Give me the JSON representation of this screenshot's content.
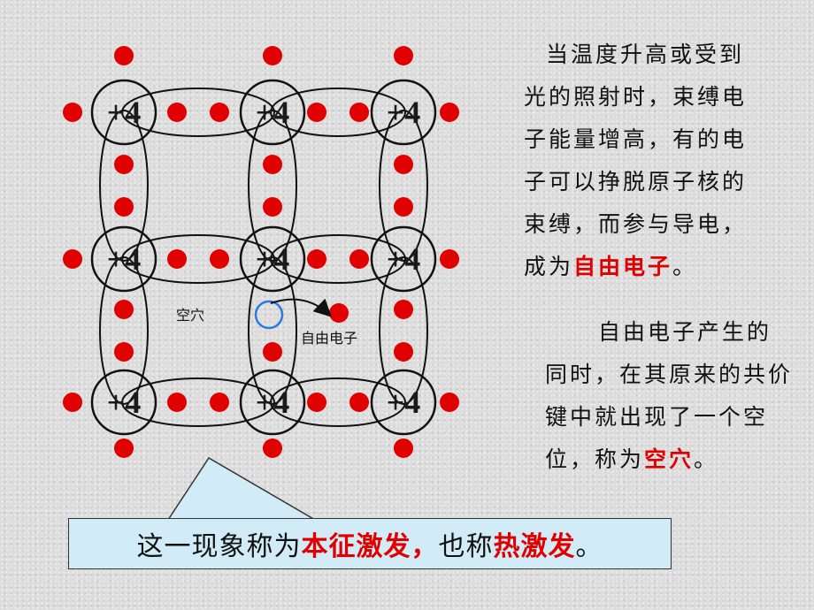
{
  "lattice": {
    "nucleus_label": "+4",
    "hole_label": "空穴",
    "free_electron_label": "自由电子"
  },
  "text": {
    "para1_part1": "当温度升高或受到光的照射时，束缚电子能量增高，有的电子可以挣脱原子核的束缚，而参与导电，成为",
    "para1_highlight": "自由电子",
    "para1_end": "。",
    "para2_part1": "自由电子产生的同时，在其原来的共价键中就出现了一个空位，称为",
    "para2_highlight": "空穴",
    "para2_end": "。"
  },
  "callout": {
    "part1": "这一现象称为",
    "highlight1": "本征激发，",
    "part2": "也称",
    "highlight2": "热激发",
    "end": "。"
  },
  "colors": {
    "electron": "#e00000",
    "highlight": "#e00000",
    "hole_ring": "#2a7be0",
    "callout_bg": "#d2ecf7"
  }
}
